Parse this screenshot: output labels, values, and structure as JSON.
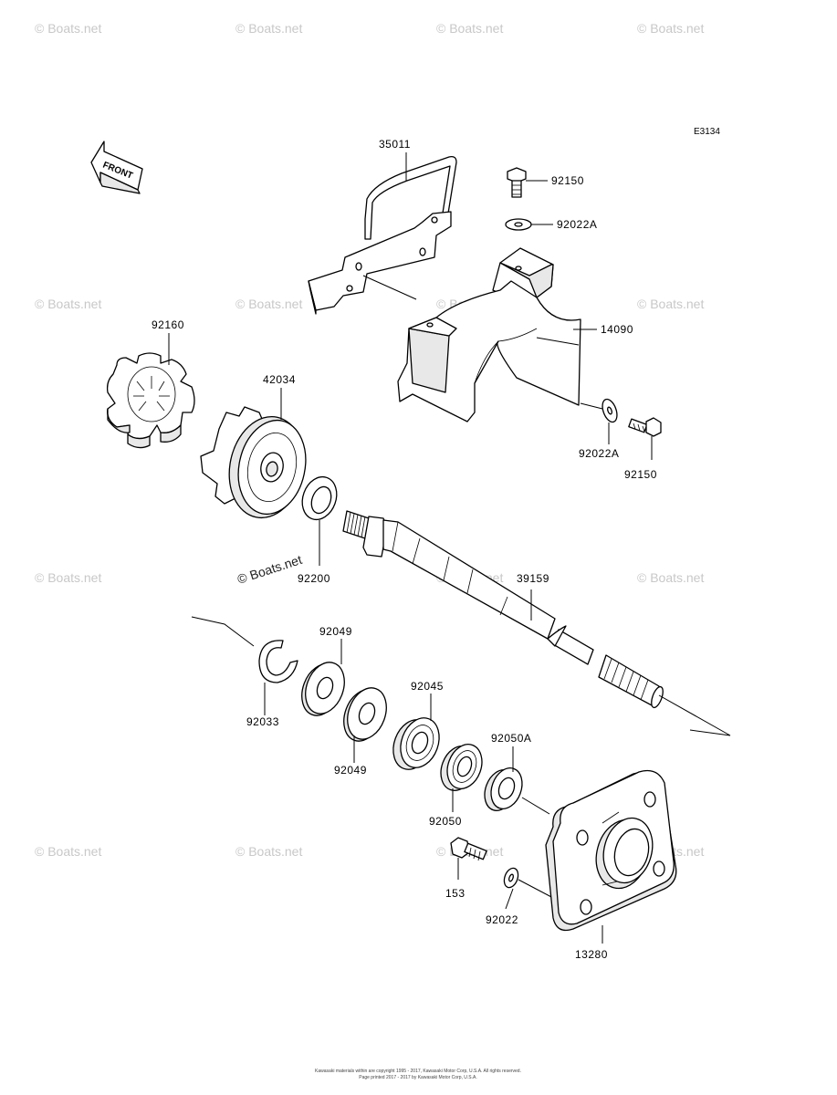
{
  "diagram": {
    "reference_code": "E3134",
    "front_label": "FRONT",
    "watermark": "© Boats.net",
    "footer_line1": "Kawasaki materials within are copyright 1995 - 2017, Kawasaki Motor Corp, U.S.A. All rights reserved.",
    "footer_line2": "Page printed 2017 - 2017 by Kawasaki Motor Corp, U.S.A.",
    "part_labels": {
      "p35011": "35011",
      "p92150_top": "92150",
      "p92022A_top": "92022A",
      "p14090": "14090",
      "p92160": "92160",
      "p42034": "42034",
      "p92022A_bot": "92022A",
      "p92150_bot": "92150",
      "p92200": "92200",
      "p39159": "39159",
      "p92049_top": "92049",
      "p92033": "92033",
      "p92045": "92045",
      "p92049_bot": "92049",
      "p92050A": "92050A",
      "p92050": "92050",
      "p153": "153",
      "p92022": "92022",
      "p13280": "13280"
    }
  }
}
